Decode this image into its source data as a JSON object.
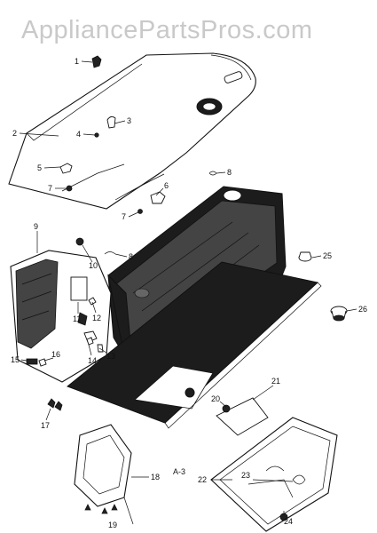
{
  "watermark": "AppliancePartsPros.com",
  "view_label": "A-3",
  "callouts": [
    {
      "id": "c1",
      "label": "1"
    },
    {
      "id": "c2",
      "label": "2"
    },
    {
      "id": "c3",
      "label": "3"
    },
    {
      "id": "c4",
      "label": "4"
    },
    {
      "id": "c5",
      "label": "5"
    },
    {
      "id": "c6",
      "label": "6"
    },
    {
      "id": "c7",
      "label": "7"
    },
    {
      "id": "c7b",
      "label": "7"
    },
    {
      "id": "c8",
      "label": "8"
    },
    {
      "id": "c8b",
      "label": "8"
    },
    {
      "id": "c9",
      "label": "9"
    },
    {
      "id": "c10",
      "label": "10"
    },
    {
      "id": "c11",
      "label": "11"
    },
    {
      "id": "c12",
      "label": "12"
    },
    {
      "id": "c13",
      "label": "13"
    },
    {
      "id": "c14",
      "label": "14"
    },
    {
      "id": "c15",
      "label": "15"
    },
    {
      "id": "c16",
      "label": "16"
    },
    {
      "id": "c17",
      "label": "17"
    },
    {
      "id": "c18",
      "label": "18"
    },
    {
      "id": "c19",
      "label": "19"
    },
    {
      "id": "c20",
      "label": "20"
    },
    {
      "id": "c21",
      "label": "21"
    },
    {
      "id": "c22",
      "label": "22"
    },
    {
      "id": "c23",
      "label": "23"
    },
    {
      "id": "c24",
      "label": "24"
    },
    {
      "id": "c25",
      "label": "25"
    },
    {
      "id": "c26",
      "label": "26"
    }
  ]
}
